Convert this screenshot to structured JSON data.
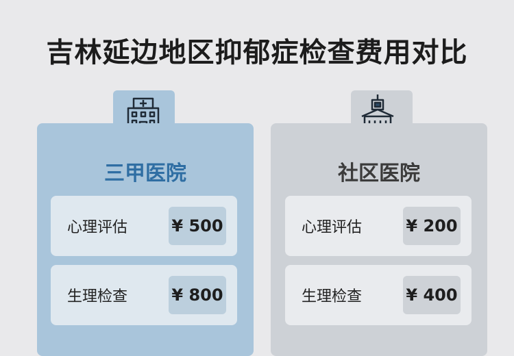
{
  "title": "吉林延边地区抑郁症检查费用对比",
  "colors": {
    "background": "#e9e9eb",
    "left_card": "#a9c5db",
    "right_card": "#cdd1d6",
    "left_title": "#2f6ea3"
  },
  "cards": [
    {
      "icon": "hospital-icon",
      "title": "三甲医院",
      "rows": [
        {
          "label": "心理评估",
          "price": "¥ 500"
        },
        {
          "label": "生理检查",
          "price": "¥ 800"
        }
      ]
    },
    {
      "icon": "community-clinic-icon",
      "title": "社区医院",
      "rows": [
        {
          "label": "心理评估",
          "price": "¥ 200"
        },
        {
          "label": "生理检查",
          "price": "¥ 400"
        }
      ]
    }
  ]
}
